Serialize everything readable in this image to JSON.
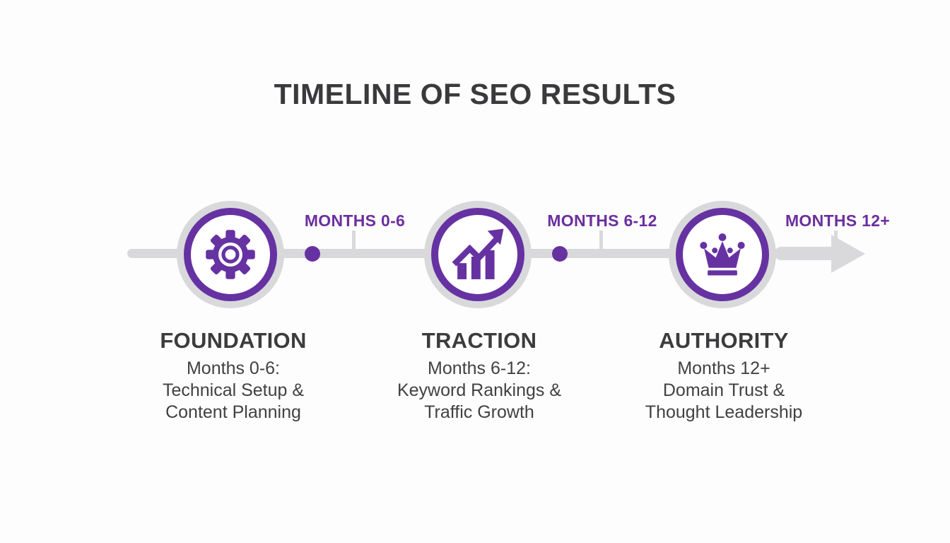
{
  "title": "TIMELINE OF SEO RESULTS",
  "colors": {
    "accent_purple": "#6632a2",
    "label_purple": "#6b2f9f",
    "timeline_gray": "#d9d9db",
    "heading_gray": "#3c3c3e",
    "body_gray": "#414143",
    "background": "#fdfdfd"
  },
  "timeline": {
    "interval_labels": [
      {
        "label": "MONTHS 0-6"
      },
      {
        "label": "MONTHS 6-12"
      },
      {
        "label": "MONTHS 12+"
      }
    ]
  },
  "milestones": [
    {
      "heading": "FOUNDATION",
      "icon": "gear-icon",
      "line1": "Months 0-6:",
      "line2": "Technical Setup &",
      "line3": "Content Planning"
    },
    {
      "heading": "TRACTION",
      "icon": "growth-chart-icon",
      "line1": "Months 6-12:",
      "line2": "Keyword Rankings &",
      "line3": "Traffic Growth"
    },
    {
      "heading": "AUTHORITY",
      "icon": "crown-icon",
      "line1": "Months 12+",
      "line2": "Domain Trust &",
      "line3": "Thought Leadership"
    }
  ]
}
